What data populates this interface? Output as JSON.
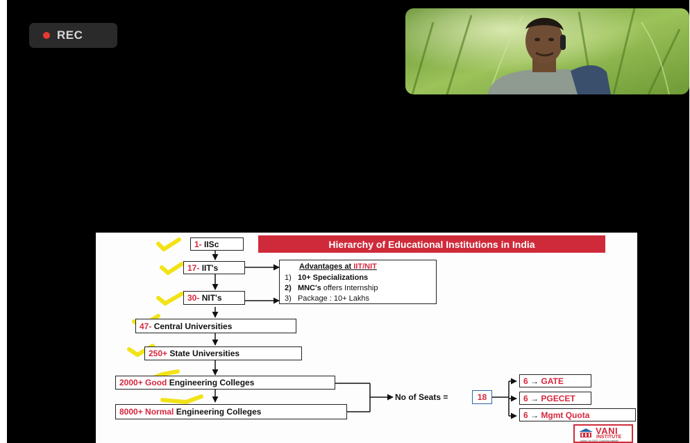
{
  "recording": {
    "label": "REC",
    "dot_color": "#e53935"
  },
  "slide": {
    "title": "Hierarchy of Educational Institutions in India",
    "levels": [
      {
        "count": "1-",
        "name": "IISc"
      },
      {
        "count": "17-",
        "name": "IIT's"
      },
      {
        "count": "30-",
        "name": "NIT's"
      },
      {
        "count": "47-",
        "name": "Central Universities"
      },
      {
        "count": "250+",
        "name": "State Universities"
      },
      {
        "count": "2000+ Good",
        "name": "Engineering Colleges"
      },
      {
        "count": "8000+ Normal",
        "name": "Engineering Colleges"
      }
    ],
    "advantages": {
      "heading_prefix": "Advantages at ",
      "heading_highlight": "IIT/NIT",
      "items": [
        {
          "num": "1)",
          "bold_a": "10+",
          "text": " Specializations"
        },
        {
          "num": "2)",
          "bold_a": "MNC's",
          "text": " offers Internship"
        },
        {
          "num": "3)",
          "bold_a": "",
          "text": "Package : 10+ Lakhs"
        }
      ]
    },
    "seats": {
      "label": "No of Seats =",
      "value": "18"
    },
    "quotas": [
      {
        "count": "6",
        "arrow": "→",
        "name": "GATE"
      },
      {
        "count": "6",
        "arrow": "→",
        "name": "PGECET"
      },
      {
        "count": "6",
        "arrow": "→",
        "name": "Mgmt Quota"
      }
    ],
    "logo": {
      "name": "VANI",
      "sub": "INSTITUTE",
      "tagline": "India's 1st GATE Coaching Institute"
    }
  },
  "colors": {
    "accent_red": "#cf2a3a",
    "highlight_red": "#d7263d",
    "check_yellow": "#f2e318"
  }
}
